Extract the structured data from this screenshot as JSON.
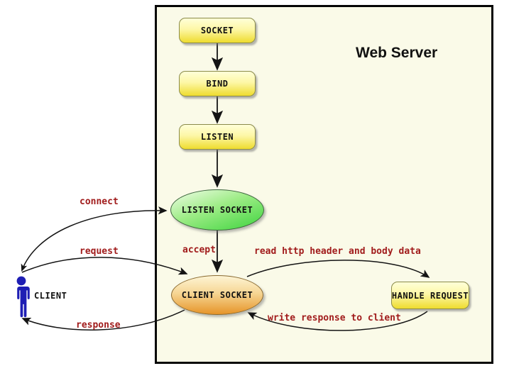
{
  "title": "Web Server",
  "nodes": {
    "socket": "SOCKET",
    "bind": "BIND",
    "listen": "LISTEN",
    "listen_socket": "LISTEN SOCKET",
    "client_socket": "CLIENT SOCKET",
    "handle_request": "HANDLE REQUEST",
    "client": "CLIENT"
  },
  "edges": {
    "connect": "connect",
    "accept": "accept",
    "request": "request",
    "response": "response",
    "read_http": "read http header and body data",
    "write_response": "write response to client"
  },
  "colors": {
    "container_bg": "#fafae8",
    "container_border": "#050505",
    "process_box_top": "#ffffd8",
    "process_box_bottom": "#eedc2e",
    "process_box_border": "#8b8b4a",
    "listen_socket_top": "#f1fde9",
    "listen_socket_bottom": "#3ed43e",
    "client_socket_top": "#fdf4d4",
    "client_socket_bottom": "#e69428",
    "edge_label_red": "#a11c1c",
    "client_figure_blue": "#1e1eb4",
    "arrow_black": "#141414"
  }
}
